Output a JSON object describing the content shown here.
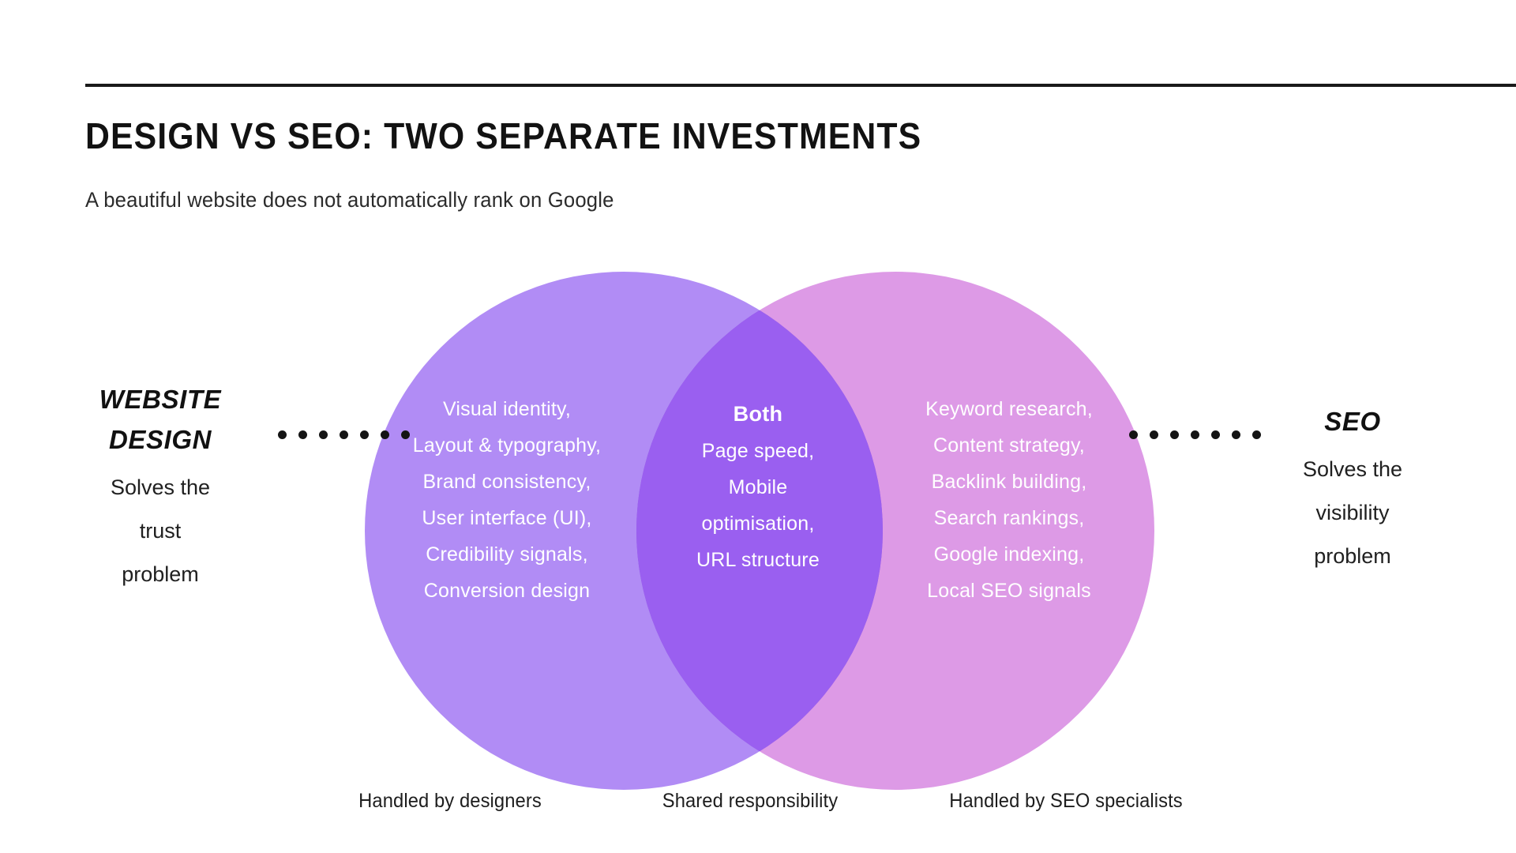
{
  "header": {
    "title": "DESIGN VS SEO: TWO SEPARATE INVESTMENTS",
    "subtitle": "A beautiful website does not automatically rank on Google"
  },
  "colors": {
    "left_circle": "#b18cf5",
    "right_circle": "#dd9ae6",
    "intersection": "#9a5ff0",
    "text_dark": "#121212",
    "text_on_circle": "#ffffff",
    "dot": "#141414",
    "background": "#ffffff"
  },
  "left_side": {
    "title_line1": "WEBSITE",
    "title_line2": "DESIGN",
    "desc_line1": "Solves the",
    "desc_line2": "trust",
    "desc_line3": "problem"
  },
  "right_side": {
    "title": "SEO",
    "desc_line1": "Solves the",
    "desc_line2": "visibility",
    "desc_line3": "problem"
  },
  "venn": {
    "left_items": [
      "Visual identity,",
      "Layout & typography,",
      "Brand consistency,",
      "User interface (UI),",
      "Credibility signals,",
      "Conversion design"
    ],
    "center_label": "Both",
    "center_items": [
      "Page speed,",
      "Mobile",
      "optimisation,",
      "URL structure"
    ],
    "right_items": [
      "Keyword research,",
      "Content strategy,",
      "Backlink building,",
      "Search rankings,",
      "Google indexing,",
      "Local SEO signals"
    ]
  },
  "captions": {
    "left": "Handled by designers",
    "center": "Shared responsibility",
    "right": "Handled by SEO specialists"
  },
  "dots": {
    "left_count": 7,
    "right_count": 7
  }
}
